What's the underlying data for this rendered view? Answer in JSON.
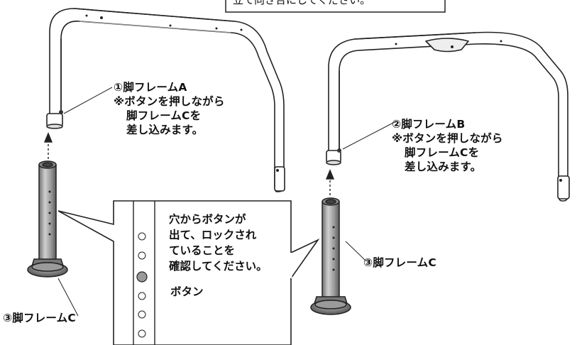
{
  "top_note": "立て向き合にしてください。",
  "frame_a": {
    "title": "①脚フレームA",
    "note_line1": "※ボタンを押しながら",
    "note_line2": "脚フレームCを",
    "note_line3": "差し込みます。"
  },
  "frame_b": {
    "title": "②脚フレームB",
    "note_line1": "※ボタンを押しながら",
    "note_line2": "脚フレームCを",
    "note_line3": "差し込みます。"
  },
  "frame_c_left": "③脚フレームC",
  "frame_c_right": "③脚フレームC",
  "callout": {
    "line1": "穴からボタンが",
    "line2": "出て、ロックされ",
    "line3": "ていることを",
    "line4": "確認してください。",
    "button_label": "ボタン"
  }
}
